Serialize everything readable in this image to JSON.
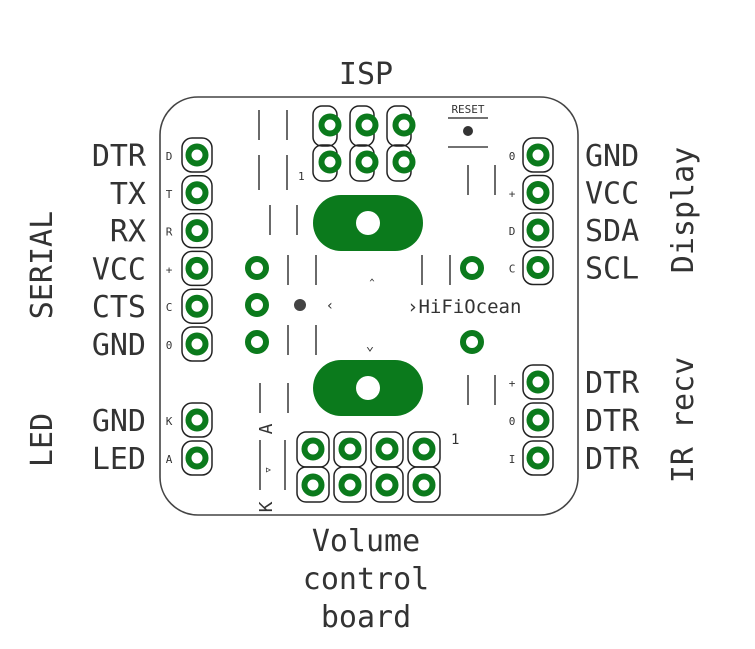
{
  "title_isp": "ISP",
  "reset_label": "RESET",
  "brand": "›HiFiOcean",
  "board_caption": [
    "Volume",
    "control",
    "board"
  ],
  "left_group_serial": "SERIAL",
  "left_group_led": "LED",
  "right_group_display": "Display",
  "right_group_ir": "IR recv",
  "serial_pins": [
    {
      "label": "DTR",
      "mark": "D"
    },
    {
      "label": "TX",
      "mark": "T"
    },
    {
      "label": "RX",
      "mark": "R"
    },
    {
      "label": "VCC",
      "mark": "+"
    },
    {
      "label": "CTS",
      "mark": "C"
    },
    {
      "label": "GND",
      "mark": "0"
    }
  ],
  "led_pins": [
    {
      "label": "GND",
      "mark": "K"
    },
    {
      "label": "LED",
      "mark": "A"
    }
  ],
  "display_pins": [
    {
      "label": "GND",
      "mark": "0"
    },
    {
      "label": "VCC",
      "mark": "+"
    },
    {
      "label": "SDA",
      "mark": "D"
    },
    {
      "label": "SCL",
      "mark": "C"
    }
  ],
  "ir_pins": [
    {
      "label": "DTR",
      "mark": "+"
    },
    {
      "label": "DTR",
      "mark": "0"
    },
    {
      "label": "DTR",
      "mark": "I"
    }
  ],
  "pin1_marks": [
    "1",
    "1"
  ],
  "encoder_marks": [
    "‸",
    "‹",
    "⌄"
  ],
  "led_polarity": {
    "anode": "A",
    "cathode": "K",
    "symbol": "▿"
  },
  "colors": {
    "copper": "#0b7a1c",
    "silk": "#333333",
    "outline": "#444444"
  }
}
